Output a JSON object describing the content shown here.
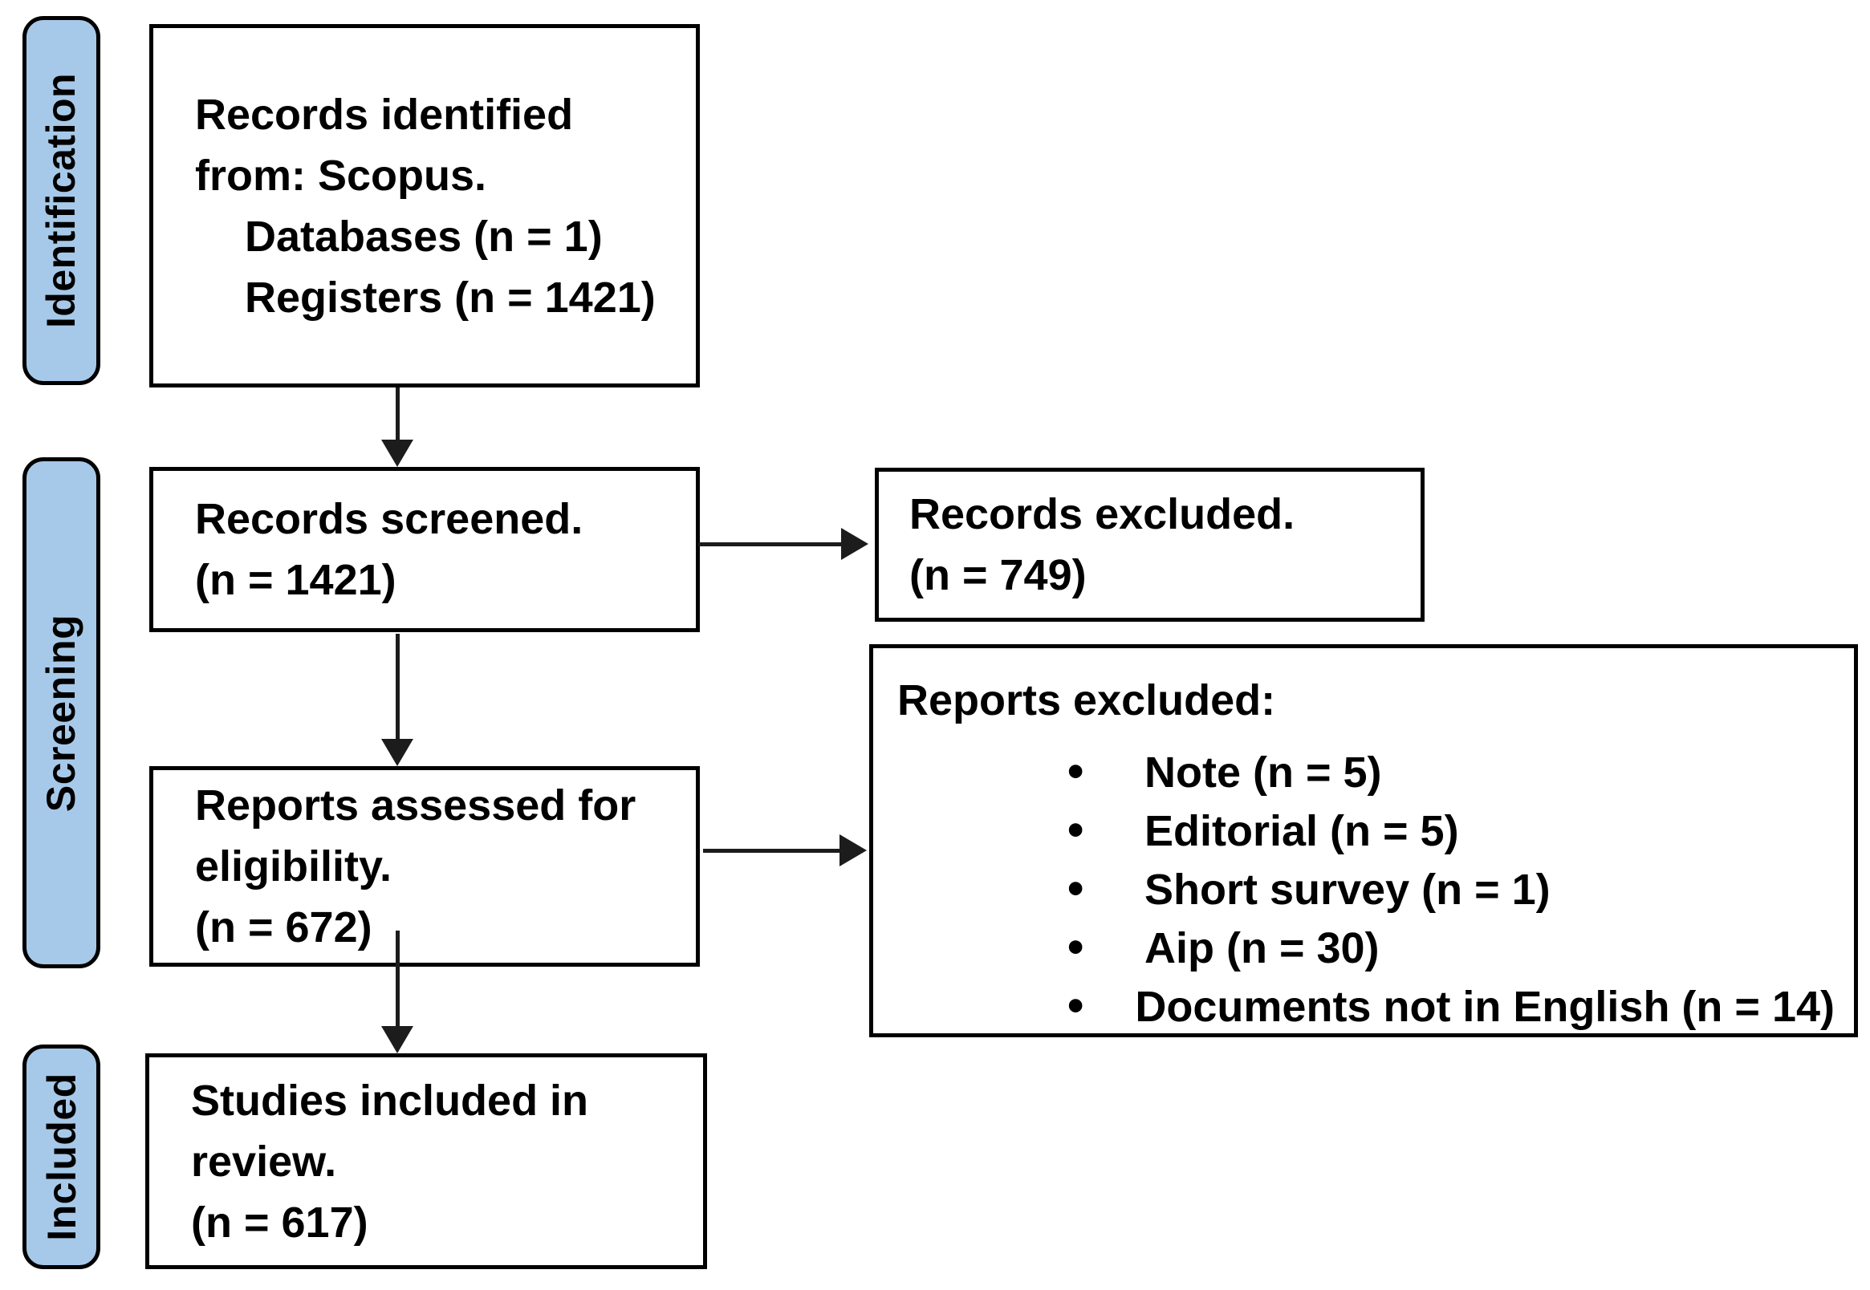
{
  "palette": {
    "stage_fill": "#A7C9E9",
    "border": "#000000",
    "arrow": "#1C1C1C",
    "background": "#FFFFFF",
    "text": "#000000"
  },
  "stages": {
    "identification": {
      "label": "Identification"
    },
    "screening": {
      "label": "Screening"
    },
    "included": {
      "label": "Included"
    }
  },
  "boxes": {
    "records_identified": {
      "lines": [
        {
          "text": "Records identified",
          "indent": false
        },
        {
          "text": "from: Scopus.",
          "indent": false
        },
        {
          "text": "Databases (n = 1)",
          "indent": true
        },
        {
          "text": "Registers (n = 1421)",
          "indent": true
        }
      ]
    },
    "records_screened": {
      "lines": [
        "Records screened.",
        "(n = 1421)"
      ]
    },
    "records_excluded": {
      "lines": [
        "Records excluded.",
        "(n = 749)"
      ]
    },
    "reports_assessed": {
      "lines": [
        "Reports assessed for",
        "eligibility.",
        "(n = 672)"
      ]
    },
    "reports_excluded": {
      "title": "Reports excluded:",
      "bullet": "•",
      "items": [
        "Note (n = 5)",
        "Editorial (n = 5)",
        "Short survey (n = 1)",
        "Aip (n = 30)",
        "Documents not in English (n = 14)"
      ]
    },
    "studies_included": {
      "lines": [
        "Studies included in",
        "review.",
        "(n = 617)"
      ]
    }
  }
}
